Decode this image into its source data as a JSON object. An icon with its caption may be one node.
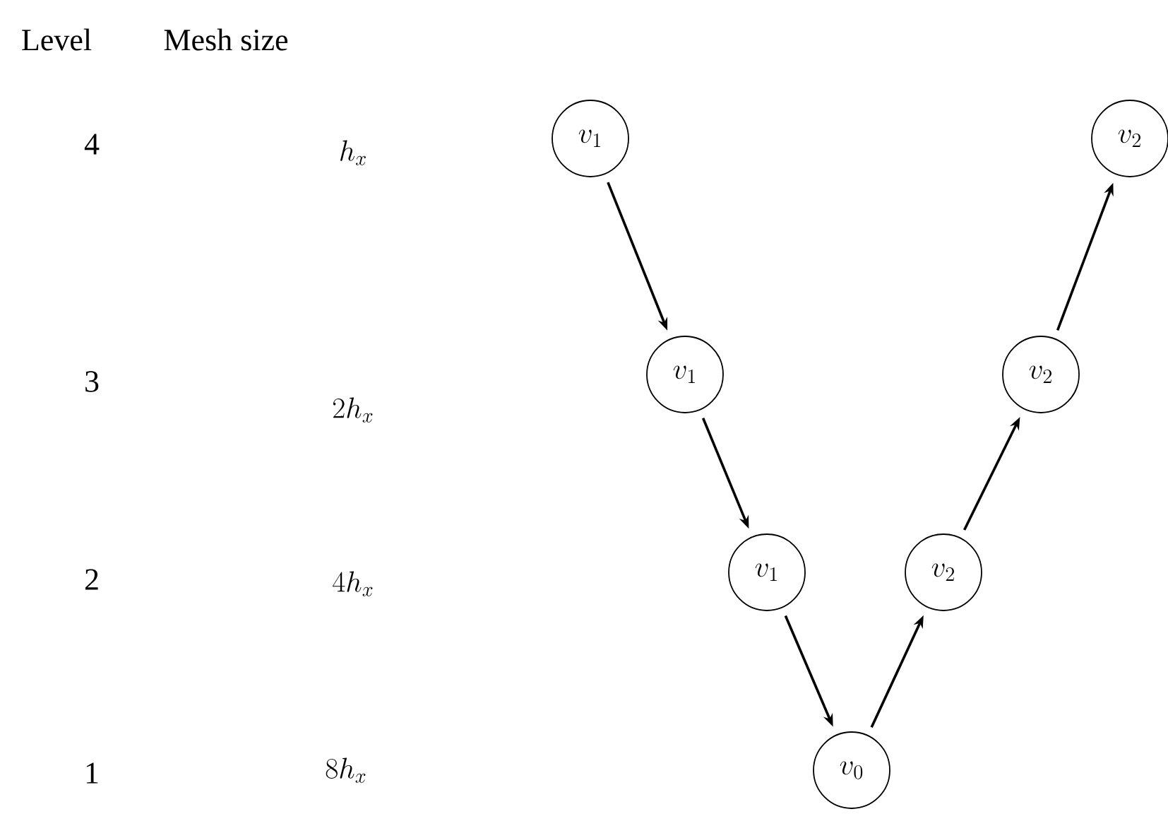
{
  "diagram": {
    "nodes": [
      {
        "text": [
          "v_{1}"
        ]
      },
      {
        "text": [
          "v_{1}"
        ]
      },
      {
        "text": [
          "v_{1}"
        ]
      },
      {
        "text": [
          "v_{0}"
        ]
      },
      {
        "text": [
          "v_{2}"
        ]
      },
      {
        "text": [
          "v_{2}"
        ]
      },
      {
        "text": [
          "v_{2}"
        ]
      }
    ],
    "edges": [
      {
        "from": 0,
        "to": 1,
        "arrow": "to"
      },
      {
        "from": 1,
        "to": 2,
        "arrow": "to"
      },
      {
        "from": 2,
        "to": 3,
        "arrow": "to"
      },
      {
        "from": 3,
        "to": 4,
        "arrow": "to"
      },
      {
        "from": 4,
        "to": 5,
        "arrow": "to"
      },
      {
        "from": 5,
        "to": 6,
        "arrow": "to"
      }
    ],
    "labels": [
      "Level",
      "Mesh size",
      "4",
      "h_{x}",
      "3",
      "2h_{x}",
      "2",
      "4h_{x}",
      "1",
      "8h_{x}"
    ]
  }
}
